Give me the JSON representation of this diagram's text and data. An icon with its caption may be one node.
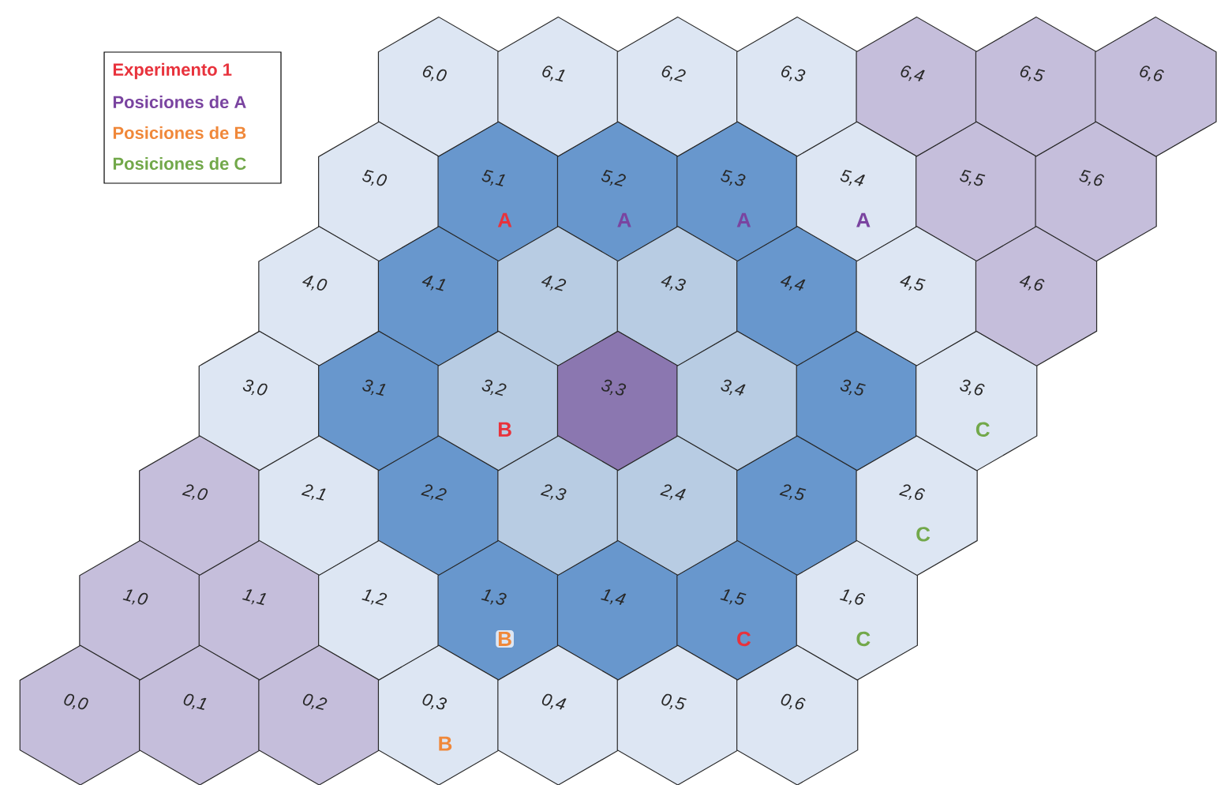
{
  "diagram": {
    "nodes": [
      {
        "text": [
          "6,0"
        ]
      },
      {
        "text": [
          "6,1"
        ]
      },
      {
        "text": [
          "6,2"
        ]
      },
      {
        "text": [
          "6,3"
        ]
      },
      {
        "text": [
          "6,4"
        ]
      },
      {
        "text": [
          "6,5"
        ]
      },
      {
        "text": [
          "6,6"
        ]
      },
      {
        "text": [
          "5,0"
        ]
      },
      {
        "text": [
          "5,1",
          "A"
        ]
      },
      {
        "text": [
          "5,2",
          "A"
        ]
      },
      {
        "text": [
          "5,3",
          "A"
        ]
      },
      {
        "text": [
          "5,4",
          "A"
        ]
      },
      {
        "text": [
          "5,5"
        ]
      },
      {
        "text": [
          "5,6"
        ]
      },
      {
        "text": [
          "4,0"
        ]
      },
      {
        "text": [
          "4,1"
        ]
      },
      {
        "text": [
          "4,2"
        ]
      },
      {
        "text": [
          "4,3"
        ]
      },
      {
        "text": [
          "4,4"
        ]
      },
      {
        "text": [
          "4,5"
        ]
      },
      {
        "text": [
          "4,6"
        ]
      },
      {
        "text": [
          "3,0"
        ]
      },
      {
        "text": [
          "3,1"
        ]
      },
      {
        "text": [
          "3,2",
          "B"
        ]
      },
      {
        "text": [
          "3,3"
        ]
      },
      {
        "text": [
          "3,4"
        ]
      },
      {
        "text": [
          "3,5"
        ]
      },
      {
        "text": [
          "3,6",
          "C"
        ]
      },
      {
        "text": [
          "2,0"
        ]
      },
      {
        "text": [
          "2,1"
        ]
      },
      {
        "text": [
          "2,2"
        ]
      },
      {
        "text": [
          "2,3"
        ]
      },
      {
        "text": [
          "2,4"
        ]
      },
      {
        "text": [
          "2,5"
        ]
      },
      {
        "text": [
          "2,6",
          "C"
        ]
      },
      {
        "text": [
          "1,0"
        ]
      },
      {
        "text": [
          "1,1"
        ]
      },
      {
        "text": [
          "1,2"
        ]
      },
      {
        "text": [
          "1,3",
          "B"
        ]
      },
      {
        "text": [
          "1,4"
        ]
      },
      {
        "text": [
          "1,5",
          "C"
        ]
      },
      {
        "text": [
          "1,6",
          "C"
        ]
      },
      {
        "text": [
          "0,0"
        ]
      },
      {
        "text": [
          "0,1"
        ]
      },
      {
        "text": [
          "0,2"
        ]
      },
      {
        "text": [
          "0,3",
          "B"
        ]
      },
      {
        "text": [
          "0,4"
        ]
      },
      {
        "text": [
          "0,5"
        ]
      },
      {
        "text": [
          "0,6"
        ]
      }
    ],
    "legend": [
      {
        "text": "Experimento 1",
        "color": "#e8323c"
      },
      {
        "text": "Posiciones de A",
        "color": "#7a44a0"
      },
      {
        "text": "Posiciones de B",
        "color": "#f0883a"
      },
      {
        "text": "Posiciones de C",
        "color": "#72a84a"
      }
    ]
  }
}
